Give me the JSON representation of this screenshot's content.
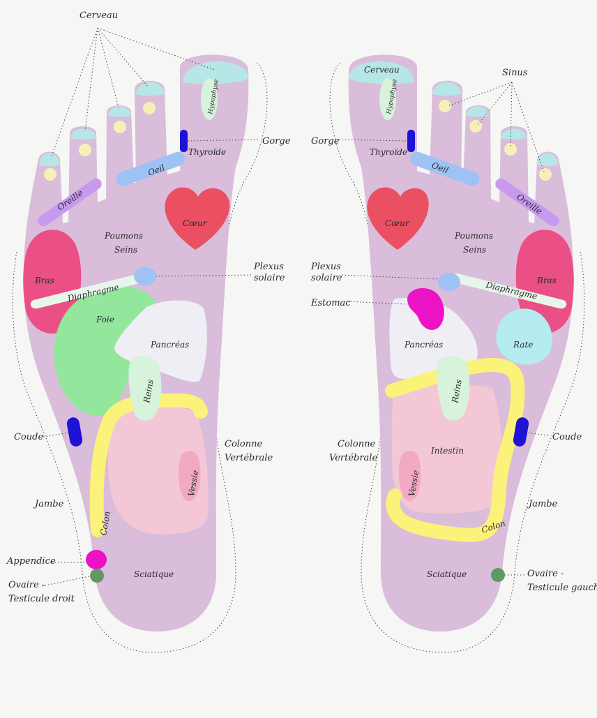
{
  "colors": {
    "background": "#f6f6f5",
    "foot": "#d9bddb",
    "brain": "#b6e6e6",
    "sinus": "#f6f0b8",
    "heart": "#ea4f62",
    "arm": "#ea4f86",
    "liver": "#93e79d",
    "pancreas": "#efeef4",
    "kidney": "#d7f3dc",
    "intestine": "#f4c7d6",
    "colon": "#fbf27a",
    "bladder": "#f2a9c4",
    "eye": "#9ec2f4",
    "ear": "#c79af0",
    "diaphragm": "#e7f6ea",
    "plexus": "#9ec2f4",
    "throat": "#1d12d6",
    "elbow": "#1d12d6",
    "stomach": "#ec12c6",
    "spleen": "#b4ecf2",
    "appendix": "#ec12c6",
    "ovary": "#5f9a64"
  },
  "labels": {
    "cerveau": "Cerveau",
    "sinus": "Sinus",
    "hypophyse": "Hypophyse",
    "gorge": "Gorge",
    "thyroide": "Thyroïde",
    "oeil": "Oeil",
    "oreille": "Oreille",
    "coeur": "Cœur",
    "poumons": "Poumons",
    "seins": "Seins",
    "bras": "Bras",
    "plexus": "Plexus",
    "solaire": "solaire",
    "diaphragme": "Diaphragme",
    "foie": "Foie",
    "pancreas": "Pancréas",
    "reins": "Reins",
    "estomac": "Estomac",
    "rate": "Rate",
    "coude": "Coude",
    "colonne": "Colonne",
    "vertebrale": "Vertébrale",
    "vessie": "Vessie",
    "intestin": "Intestin",
    "colon": "Colon",
    "jambe": "Jambe",
    "appendice": "Appendice",
    "ovaire": "Ovaire -",
    "testicule_droit": "Testicule droit",
    "testicule_gauche": "Testicule gauche",
    "sciatique": "Sciatique"
  }
}
